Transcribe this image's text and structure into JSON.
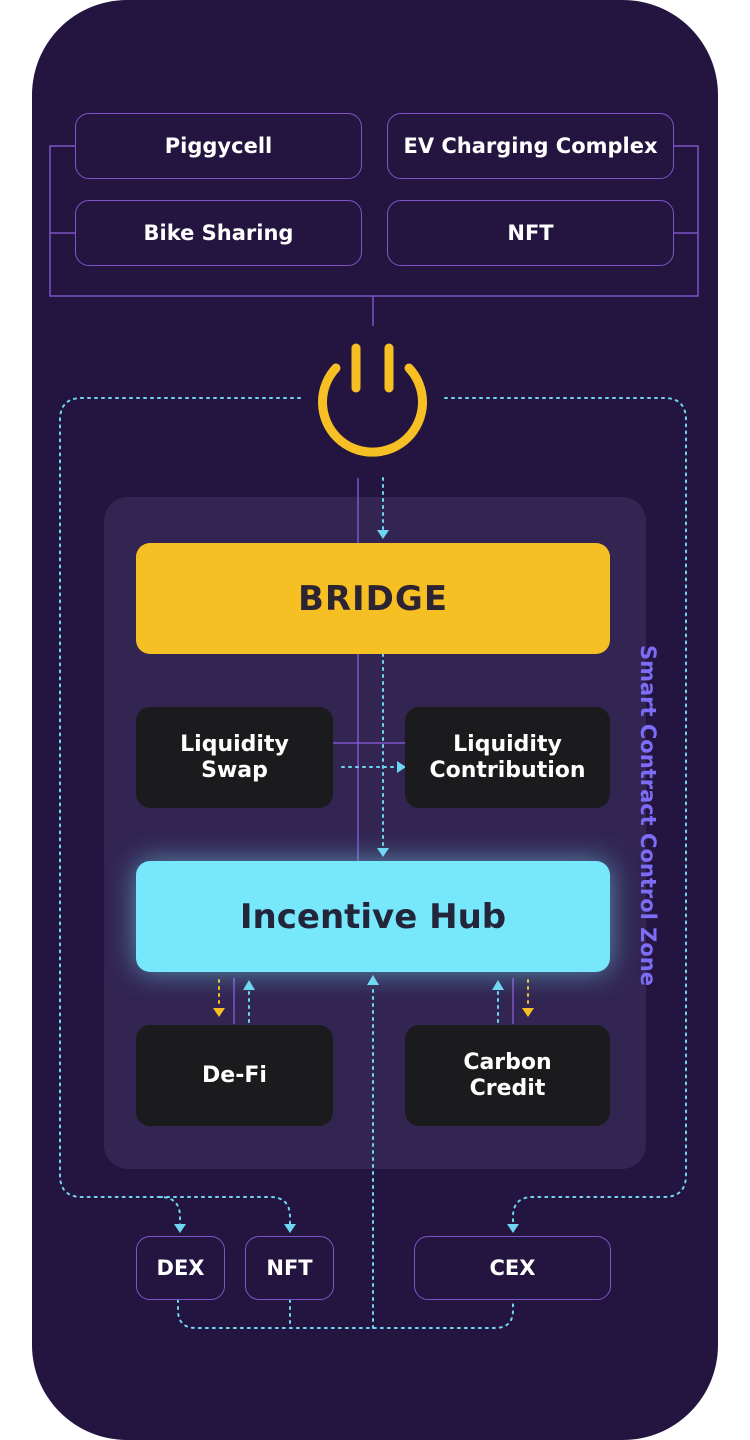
{
  "top_sources": [
    "Piggycell",
    "EV Charging Complex",
    "Bike Sharing",
    "NFT"
  ],
  "zone": {
    "label": "Smart Contract Control Zone"
  },
  "bridge": {
    "label": "BRIDGE"
  },
  "liquidity": {
    "swap": "Liquidity Swap",
    "contribution": "Liquidity Contribution"
  },
  "hub": {
    "label": "Incentive Hub"
  },
  "outputs": {
    "defi": "De-Fi",
    "carbon": "Carbon Credit"
  },
  "exchanges": [
    "DEX",
    "NFT",
    "CEX"
  ],
  "colors": {
    "background": "#23153f",
    "zone": "#322552",
    "bridge": "#f6c024",
    "hub": "#77e8fc",
    "outline": "#7d55c9",
    "dotted_flow": "#6fd6f2",
    "yellow_flow": "#f6c024",
    "zone_label": "#7d6df6"
  },
  "icons": {
    "power": "power-icon"
  }
}
